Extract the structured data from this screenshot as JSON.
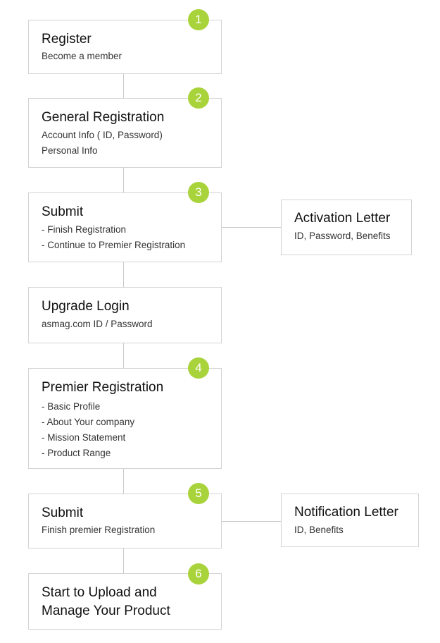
{
  "steps": [
    {
      "badge": "1",
      "title": "Register",
      "lines": [
        "Become a member"
      ]
    },
    {
      "badge": "2",
      "title": "General Registration",
      "lines": [
        "Account Info ( ID, Password)",
        "Personal Info"
      ]
    },
    {
      "badge": "3",
      "title": "Submit",
      "lines": [
        "- Finish Registration",
        "- Continue to Premier Registration"
      ]
    },
    {
      "badge": "",
      "title": "Upgrade Login",
      "lines": [
        "asmag.com ID / Password"
      ]
    },
    {
      "badge": "4",
      "title": "Premier Registration",
      "lines": [
        "- Basic Profile",
        "- About Your company",
        "- Mission Statement",
        "- Product Range"
      ]
    },
    {
      "badge": "5",
      "title": "Submit",
      "lines": [
        "Finish premier Registration"
      ]
    },
    {
      "badge": "6",
      "title_lines": [
        "Start to Upload and",
        "Manage Your Product"
      ]
    }
  ],
  "side_boxes": [
    {
      "title": "Activation Letter",
      "lines": [
        "ID, Password, Benefits"
      ]
    },
    {
      "title": "Notification Letter",
      "lines": [
        "ID,  Benefits"
      ]
    }
  ],
  "colors": {
    "badge": "#a9d33b",
    "border": "#d4d4d4",
    "connector": "#c8c8c8"
  }
}
